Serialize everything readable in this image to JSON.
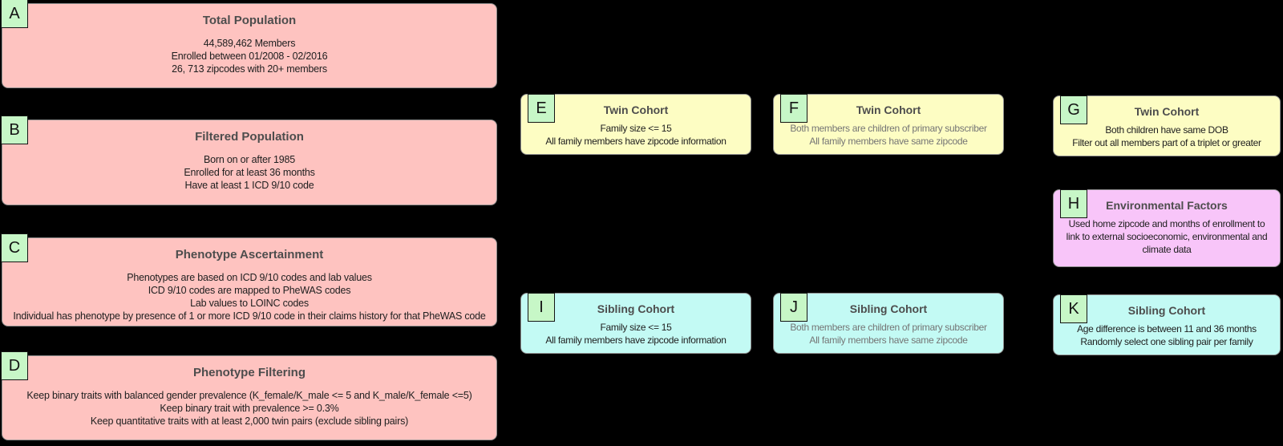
{
  "colors": {
    "background": "#000000",
    "population_box": "#fec3c0",
    "twin_box": "#fdfdc3",
    "sibling_box": "#c3faf4",
    "environment_box": "#f8c5f9",
    "label_square": "#c7f7c7",
    "box_border": "#8f8f8f",
    "label_border": "#141414",
    "title_text": "#4d4d4d",
    "body_text": "#202020",
    "muted_body_text": "#757575"
  },
  "boxes": {
    "A": {
      "letter": "A",
      "title": "Total Population",
      "body": [
        "44,589,462 Members",
        "Enrolled between 01/2008 - 02/2016",
        "26, 713 zipcodes with 20+ members"
      ]
    },
    "B": {
      "letter": "B",
      "title": "Filtered Population",
      "body": [
        "Born on or after 1985",
        "Enrolled for at least 36 months",
        "Have at least 1 ICD 9/10 code"
      ]
    },
    "C": {
      "letter": "C",
      "title": "Phenotype Ascertainment",
      "body": [
        "Phenotypes are based on ICD 9/10 codes and lab values",
        "ICD 9/10 codes are mapped to PheWAS codes",
        "Lab values to LOINC codes",
        "Individual has phenotype by presence of 1 or more ICD 9/10 code in their claims history for that PheWAS code"
      ]
    },
    "D": {
      "letter": "D",
      "title": "Phenotype Filtering",
      "body": [
        "Keep binary traits with balanced gender prevalence (K_female/K_male <= 5 and K_male/K_female <=5)",
        "Keep binary trait with prevalence >= 0.3%",
        "Keep quantitative traits with at least 2,000 twin pairs (exclude sibling pairs)"
      ]
    },
    "E": {
      "letter": "E",
      "title": "Twin Cohort",
      "body": [
        "Family size <= 15",
        "All family members have zipcode information"
      ]
    },
    "F": {
      "letter": "F",
      "title": "Twin Cohort",
      "body": [
        "Both members are children of primary subscriber",
        "All family members have same zipcode"
      ]
    },
    "G": {
      "letter": "G",
      "title": "Twin Cohort",
      "body": [
        "Both children have same DOB",
        "Filter out all members part of a triplet or greater"
      ]
    },
    "H": {
      "letter": "H",
      "title": "Environmental Factors",
      "body": [
        "Used home zipcode and months of enrollment to",
        "link to external socioeconomic, environmental and",
        "climate data"
      ]
    },
    "I": {
      "letter": "I",
      "title": "Sibling Cohort",
      "body": [
        "Family size <= 15",
        "All family members have zipcode information"
      ]
    },
    "J": {
      "letter": "J",
      "title": "Sibling Cohort",
      "body": [
        "Both members are children of primary subscriber",
        "All family members have same zipcode"
      ]
    },
    "K": {
      "letter": "K",
      "title": "Sibling Cohort",
      "body": [
        "Age difference is between 11 and 36 months",
        "Randomly select one sibling pair per family"
      ]
    }
  }
}
